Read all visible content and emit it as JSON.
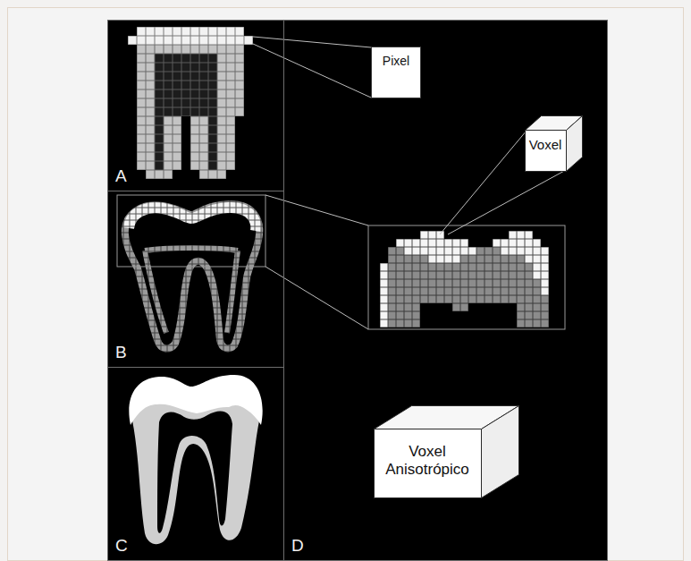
{
  "diagram": {
    "nodes": [
      {
        "text": [
          "A"
        ]
      },
      {
        "text": [
          "B"
        ]
      },
      {
        "text": [
          "C"
        ]
      },
      {
        "text": [
          "D"
        ]
      },
      {
        "text": [
          "Pixel"
        ],
        "in": 3
      },
      {
        "text": [
          "Voxel"
        ],
        "in": 3
      },
      {
        "text": [
          "Voxel Anisotrópico"
        ],
        "in": 3
      }
    ]
  }
}
